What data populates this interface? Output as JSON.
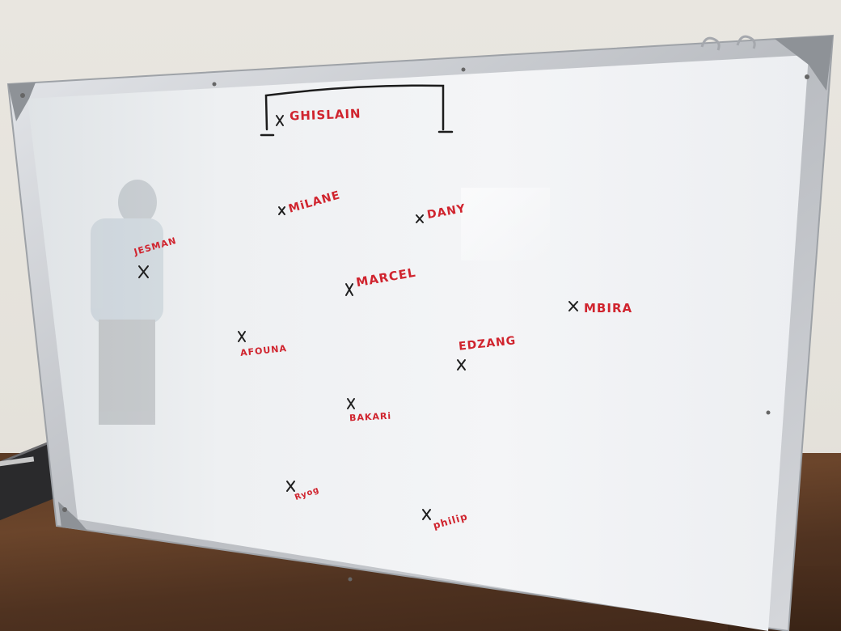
{
  "colors": {
    "marker_red": "#d0242e",
    "marker_black": "#222222",
    "board_white": "#f2f4f6",
    "frame_silver": "#c9ccd0"
  },
  "board": {
    "goalkeeper": {
      "label": "GHISLAIN"
    },
    "players": [
      {
        "id": "milane",
        "label": "MiLANE"
      },
      {
        "id": "dany",
        "label": "DANY"
      },
      {
        "id": "jesman",
        "label": "JESMAN"
      },
      {
        "id": "marcel",
        "label": "MARCEL"
      },
      {
        "id": "mbira",
        "label": "MBIRA"
      },
      {
        "id": "afouna",
        "label": "AFOUNA"
      },
      {
        "id": "edzang",
        "label": "EDZANG"
      },
      {
        "id": "bakari",
        "label": "BAKARi"
      },
      {
        "id": "ryog",
        "label": "Ryog"
      },
      {
        "id": "philip",
        "label": "philip"
      }
    ]
  }
}
